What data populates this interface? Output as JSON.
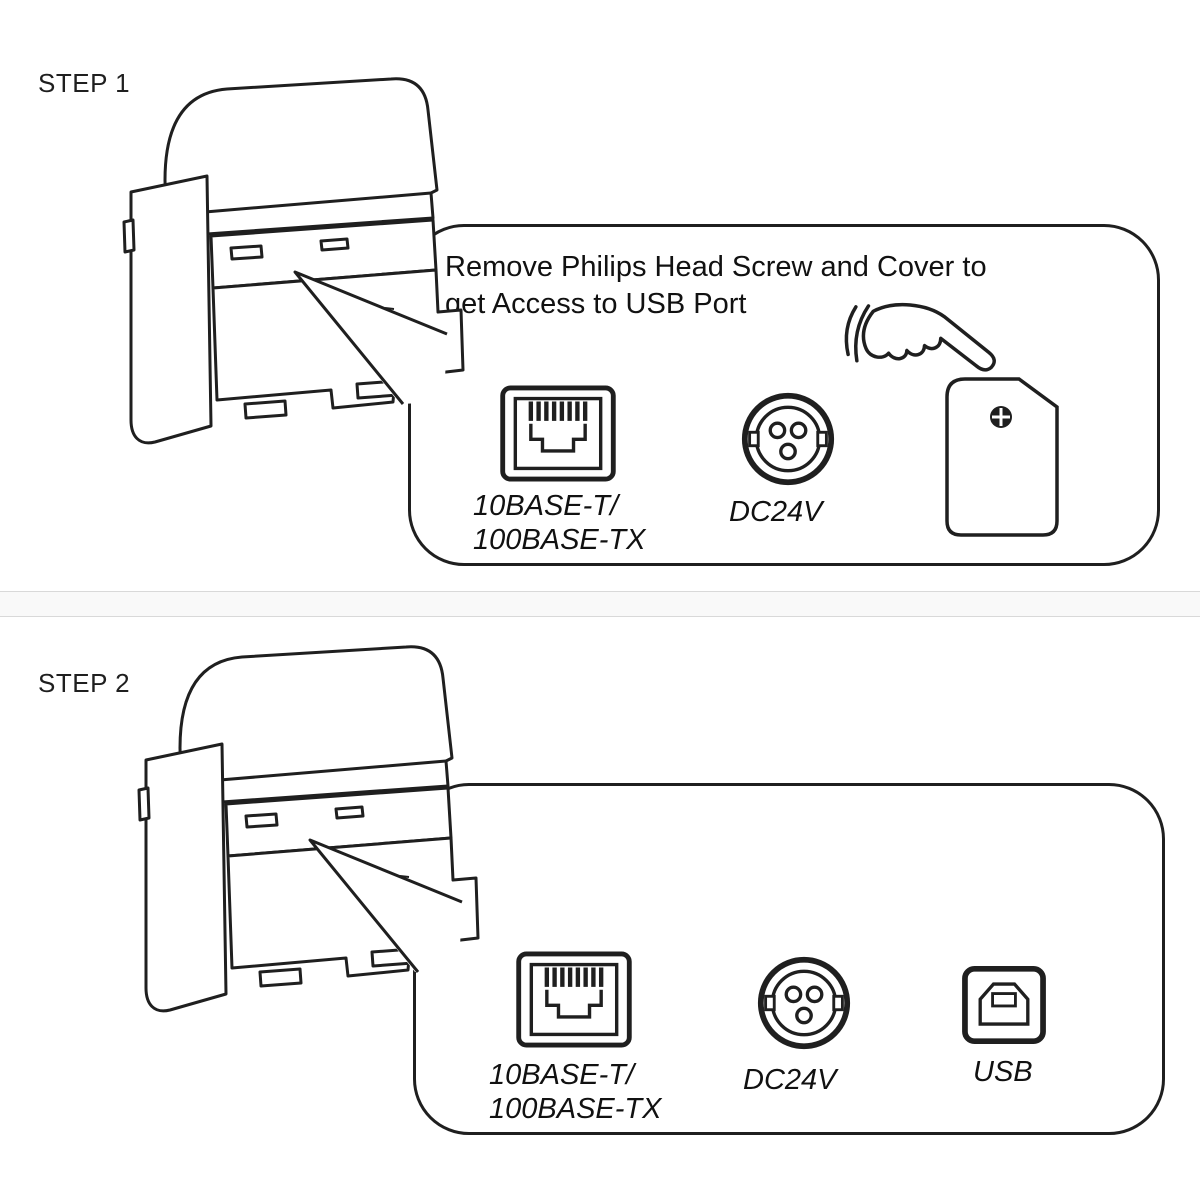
{
  "colors": {
    "line": "#1f1f1f",
    "background": "#ffffff",
    "divider": "#d9d9d9"
  },
  "icons": {
    "printer": "receipt-printer-line-drawing",
    "ethernet": "rj45-ethernet-port-icon",
    "dc_power": "dc24v-connector-icon",
    "usb": "usb-type-b-port-icon",
    "screw": "phillips-screw-icon",
    "cover": "usb-cover-plate",
    "hand": "pointing-hand-icon"
  },
  "step1": {
    "label": "STEP 1",
    "instruction": {
      "line1": "Remove Philips Head Screw and Cover to",
      "line2": "get Access to USB Port"
    },
    "ports": {
      "ethernet": {
        "label_line1": "10BASE-T/",
        "label_line2": "100BASE-TX"
      },
      "dc_power": {
        "label": "DC24V"
      }
    }
  },
  "step2": {
    "label": "STEP 2",
    "ports": {
      "ethernet": {
        "label_line1": "10BASE-T/",
        "label_line2": "100BASE-TX"
      },
      "dc_power": {
        "label": "DC24V"
      },
      "usb": {
        "label": "USB"
      }
    }
  }
}
